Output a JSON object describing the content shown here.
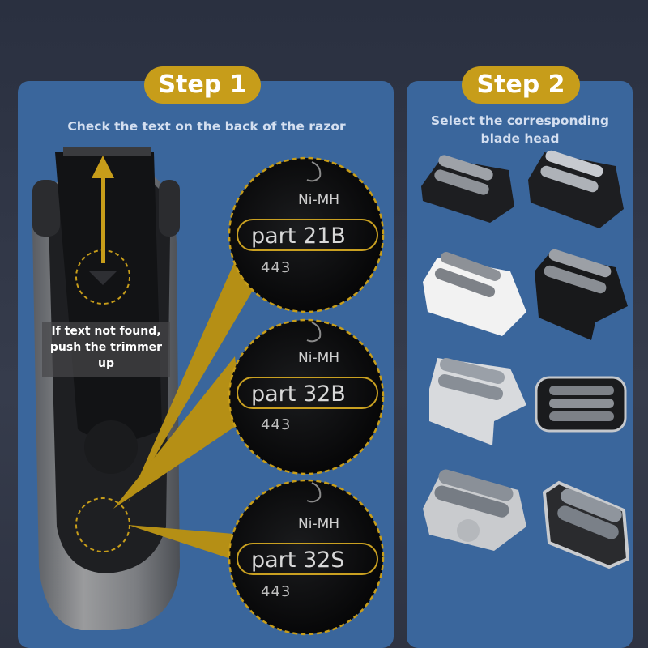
{
  "step1": {
    "badge": "Step 1",
    "caption": "Check the text on the back of the razor",
    "trimmer_note": "If text not found, push the trimmer up",
    "lenses": [
      {
        "chem": "Ni-MH",
        "part": "part 21B",
        "code": "443"
      },
      {
        "chem": "Ni-MH",
        "part": "part 32B",
        "code": "443"
      },
      {
        "chem": "Ni-MH",
        "part": "part 32S",
        "code": "443"
      }
    ]
  },
  "step2": {
    "badge": "Step 2",
    "caption_line1": "Select the corresponding",
    "caption_line2": "blade head",
    "blade_heads": [
      "blade-head-21b-black",
      "blade-head-21b-silver",
      "blade-head-32s-white",
      "blade-head-32b-black",
      "blade-head-70s-silver",
      "blade-head-cassette-black",
      "blade-head-92s-silver",
      "blade-head-94m-silver"
    ]
  },
  "colors": {
    "background": "#323848",
    "panel": "#3a669c",
    "accent_gold": "#c79d1a",
    "caption": "#d4dff0"
  }
}
